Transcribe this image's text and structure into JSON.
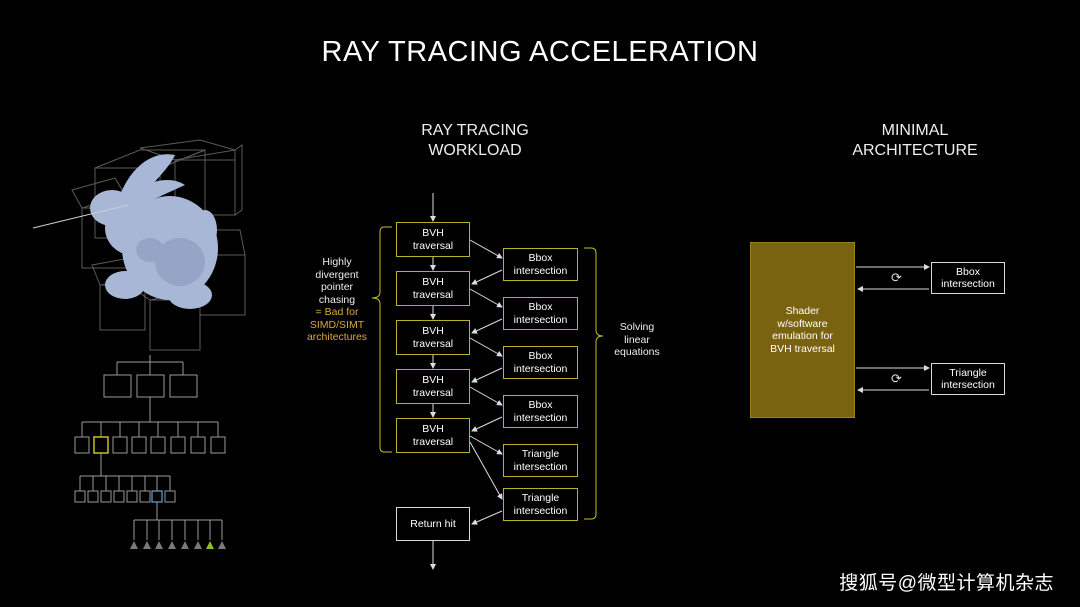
{
  "title": "RAY TRACING ACCELERATION",
  "workload": {
    "heading": [
      "RAY TRACING",
      "WORKLOAD"
    ],
    "bvh_label": [
      "BVH",
      "traversal"
    ],
    "right_boxes": [
      [
        "Bbox",
        "intersection"
      ],
      [
        "Bbox",
        "intersection"
      ],
      [
        "Bbox",
        "intersection"
      ],
      [
        "Bbox",
        "intersection"
      ],
      [
        "Triangle",
        "intersection"
      ],
      [
        "Triangle",
        "intersection"
      ]
    ],
    "return_hit": "Return hit",
    "left_note": [
      "Highly",
      "divergent",
      "pointer",
      "chasing"
    ],
    "left_note_highlight": [
      "= Bad for",
      "SIMD/SIMT",
      "architectures"
    ],
    "right_note": [
      "Solving",
      "linear",
      "equations"
    ]
  },
  "minimal": {
    "heading": [
      "MINIMAL",
      "ARCHITECTURE"
    ],
    "shader": [
      "Shader",
      "w/software",
      "emulation for",
      "BVH traversal"
    ],
    "bbox": [
      "Bbox",
      "intersection"
    ],
    "triangle": [
      "Triangle",
      "intersection"
    ],
    "loop_icon": "⟳"
  },
  "watermark": "搜狐号@微型计算机杂志",
  "colors": {
    "background": "#000000",
    "box_border": "#b9b030",
    "highlight_text": "#d9a940",
    "shader_fill": "#7a6310",
    "tree_highlight": "#c8c020",
    "leaf_highlight": "#8ac020",
    "bunny": "#a9b7d6"
  }
}
